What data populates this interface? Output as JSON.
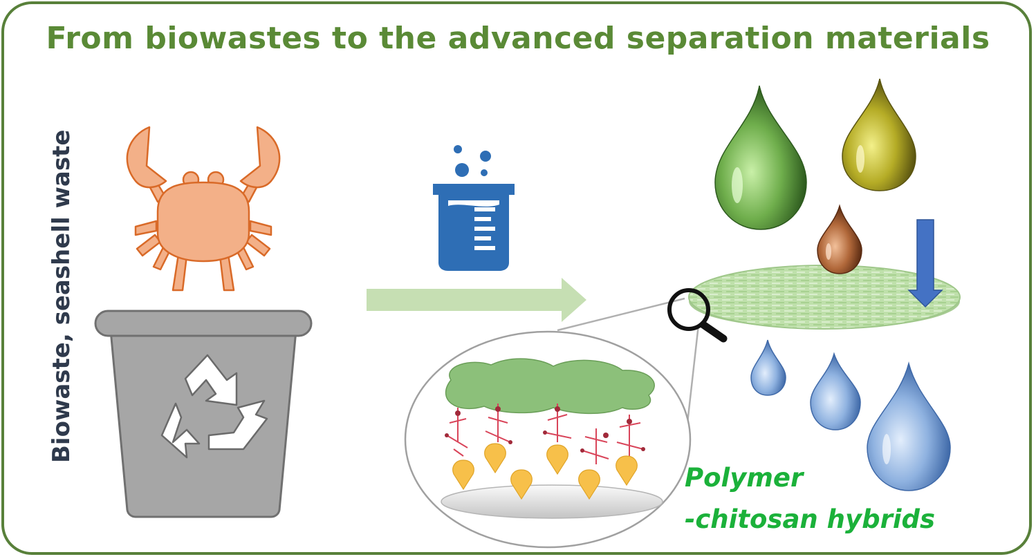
{
  "title": "From biowastes to the advanced separation materials",
  "side_label": "Biowaste, seashell waste",
  "product_label": {
    "line1": "Polymer",
    "line2": "-chitosan hybrids"
  },
  "colors": {
    "frame": "#58803a",
    "title": "#5a8a36",
    "crab": "#f3b088",
    "crab_outline": "#d96a28",
    "bin": "#a6a6a6",
    "beaker": "#2e6eb5",
    "arrow": "#c6dfb3",
    "membrane": "#b9dba6",
    "down_arrow": "#4472c4",
    "label_green": "#1bb13a"
  },
  "icons": [
    "crab-icon",
    "recycle-bin-icon",
    "beaker-icon",
    "magnifier-icon",
    "process-arrow-icon",
    "down-arrow-icon"
  ]
}
